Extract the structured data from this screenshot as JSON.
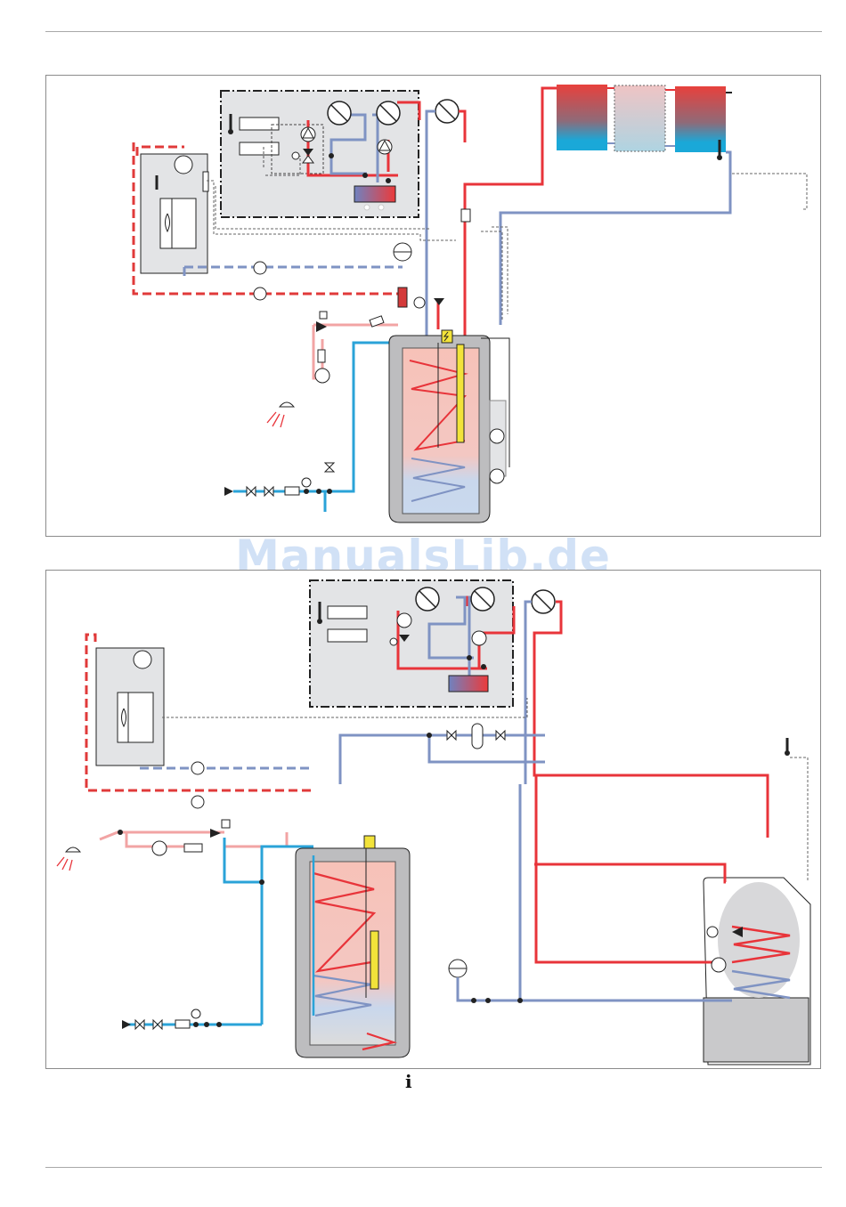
{
  "page": {
    "watermark": "ManualsLib.de",
    "info_glyph": "i"
  },
  "colors": {
    "hot": "#e8343a",
    "hot_light": "#f2a4a4",
    "cold": "#7f93c3",
    "fresh_water": "#2aa3d8",
    "enclosure": "#e3e4e6",
    "tank_shell": "#bdbdbf",
    "heater_yellow": "#f2e33a"
  },
  "diagrams": [
    {
      "id": "system-1",
      "description": "Solar collectors + heat pump with indoor unit, combi storage tank",
      "components": [
        "solar-collector-array",
        "control-unit-box",
        "indoor-fan-coil",
        "storage-tank",
        "electric-heater",
        "dhw-shower",
        "cold-water-inlet",
        "solar-pump-station"
      ]
    },
    {
      "id": "system-2",
      "description": "Heat pump with indoor unit, combi storage tank, gas boiler",
      "components": [
        "control-unit-box",
        "indoor-fan-coil",
        "storage-tank",
        "electric-heater",
        "dhw-shower",
        "cold-water-inlet",
        "expansion-vessel",
        "boiler",
        "outdoor-sensor"
      ]
    }
  ]
}
